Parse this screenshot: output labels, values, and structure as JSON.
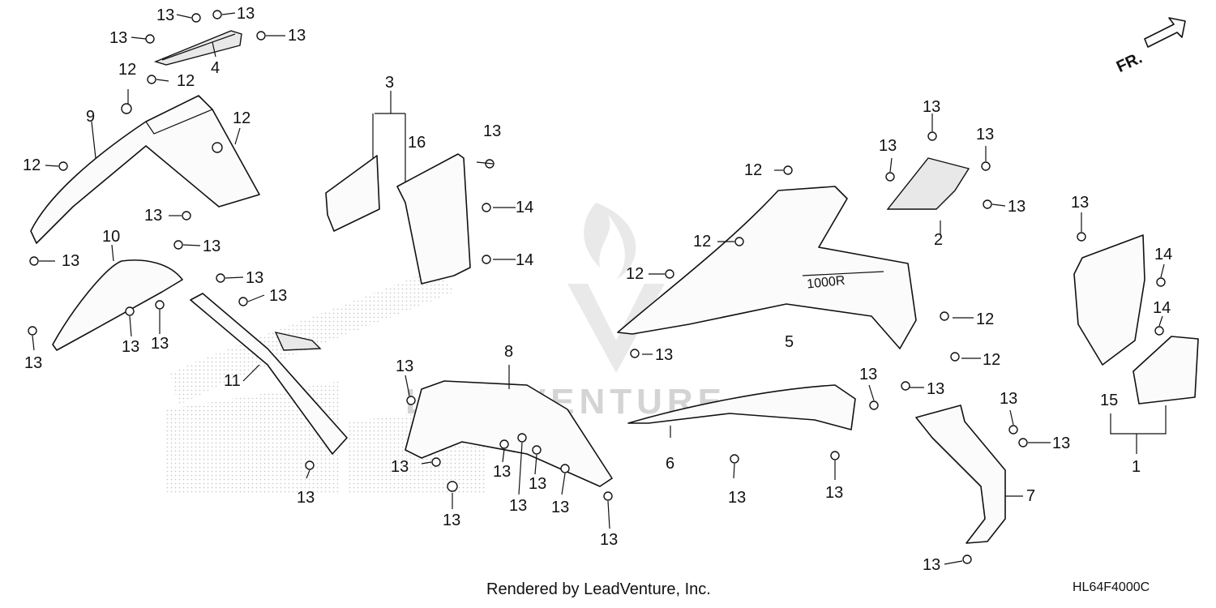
{
  "direction_label": "FR.",
  "credit": "Rendered by LeadVenture, Inc.",
  "diagram_code": "HL64F4000C",
  "watermark_text": "LEADVENTURE",
  "callouts": [
    {
      "id": "c13a",
      "text": "13"
    },
    {
      "id": "c13b",
      "text": "13"
    },
    {
      "id": "c13c",
      "text": "13"
    },
    {
      "id": "c13d",
      "text": "13"
    },
    {
      "id": "c4",
      "text": "4"
    },
    {
      "id": "c12a",
      "text": "12"
    },
    {
      "id": "c12b",
      "text": "12"
    },
    {
      "id": "c9",
      "text": "9"
    },
    {
      "id": "c12c",
      "text": "12"
    },
    {
      "id": "c12d",
      "text": "12"
    },
    {
      "id": "c13e",
      "text": "13"
    },
    {
      "id": "c10",
      "text": "10"
    },
    {
      "id": "c13f",
      "text": "13"
    },
    {
      "id": "c13g",
      "text": "13"
    },
    {
      "id": "c13h",
      "text": "13"
    },
    {
      "id": "c13i",
      "text": "13"
    },
    {
      "id": "c13j",
      "text": "13"
    },
    {
      "id": "c13k",
      "text": "13"
    },
    {
      "id": "c13l",
      "text": "13"
    },
    {
      "id": "c11",
      "text": "11"
    },
    {
      "id": "c13m",
      "text": "13"
    },
    {
      "id": "c3",
      "text": "3"
    },
    {
      "id": "c16",
      "text": "16"
    },
    {
      "id": "c13n",
      "text": "13"
    },
    {
      "id": "c14a",
      "text": "14"
    },
    {
      "id": "c14b",
      "text": "14"
    },
    {
      "id": "c8",
      "text": "8"
    },
    {
      "id": "c13o",
      "text": "13"
    },
    {
      "id": "c13p",
      "text": "13"
    },
    {
      "id": "c13q",
      "text": "13"
    },
    {
      "id": "c13r",
      "text": "13"
    },
    {
      "id": "c13s",
      "text": "13"
    },
    {
      "id": "c13t",
      "text": "13"
    },
    {
      "id": "c13u",
      "text": "13"
    },
    {
      "id": "c13v",
      "text": "13"
    },
    {
      "id": "c12e",
      "text": "12"
    },
    {
      "id": "c12f",
      "text": "12"
    },
    {
      "id": "c12g",
      "text": "12"
    },
    {
      "id": "c5",
      "text": "5"
    },
    {
      "id": "c12h",
      "text": "12"
    },
    {
      "id": "c12i",
      "text": "12"
    },
    {
      "id": "c13w",
      "text": "13"
    },
    {
      "id": "c13x",
      "text": "13"
    },
    {
      "id": "c6",
      "text": "6"
    },
    {
      "id": "c13y",
      "text": "13"
    },
    {
      "id": "c13z",
      "text": "13"
    },
    {
      "id": "c13aa",
      "text": "13"
    },
    {
      "id": "c13ab",
      "text": "13"
    },
    {
      "id": "c13ac",
      "text": "13"
    },
    {
      "id": "c13ad",
      "text": "13"
    },
    {
      "id": "c13ae",
      "text": "13"
    },
    {
      "id": "c2",
      "text": "2"
    },
    {
      "id": "c13af",
      "text": "13"
    },
    {
      "id": "c13ag",
      "text": "13"
    },
    {
      "id": "c7",
      "text": "7"
    },
    {
      "id": "c13ah",
      "text": "13"
    },
    {
      "id": "c13ai",
      "text": "13"
    },
    {
      "id": "c14c",
      "text": "14"
    },
    {
      "id": "c14d",
      "text": "14"
    },
    {
      "id": "c15",
      "text": "15"
    },
    {
      "id": "c1",
      "text": "1"
    }
  ]
}
